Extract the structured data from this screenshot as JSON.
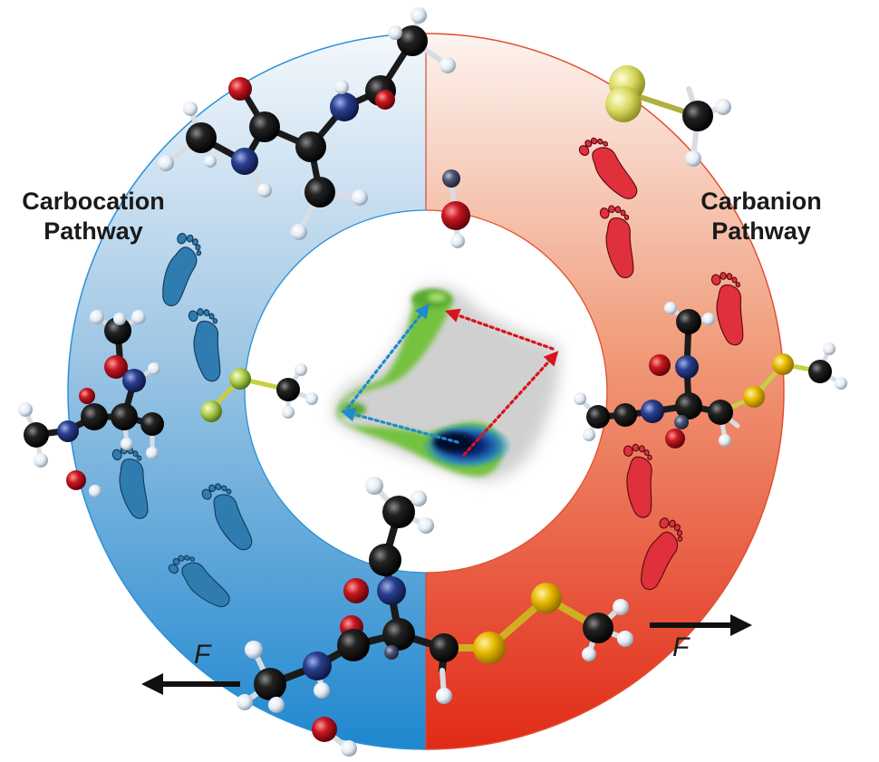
{
  "left_pathway": {
    "line1": "Carbocation",
    "line2": "Pathway"
  },
  "right_pathway": {
    "line1": "Carbanion",
    "line2": "Pathway"
  },
  "force_left": "F",
  "force_right": "F",
  "colors": {
    "carbocation": "#1e8ad0",
    "carbanion": "#e02a1a",
    "footprint_blue": "#2f7cb1",
    "footprint_red": "#e0303c",
    "carbon": "#111111",
    "nitrogen": "#2a3f8f",
    "oxygen": "#c81820",
    "hydrogen": "#e8eef5",
    "sulfur": "#e6b800",
    "surface_green": "#74c240",
    "surface_deep": "#0a1a55"
  }
}
